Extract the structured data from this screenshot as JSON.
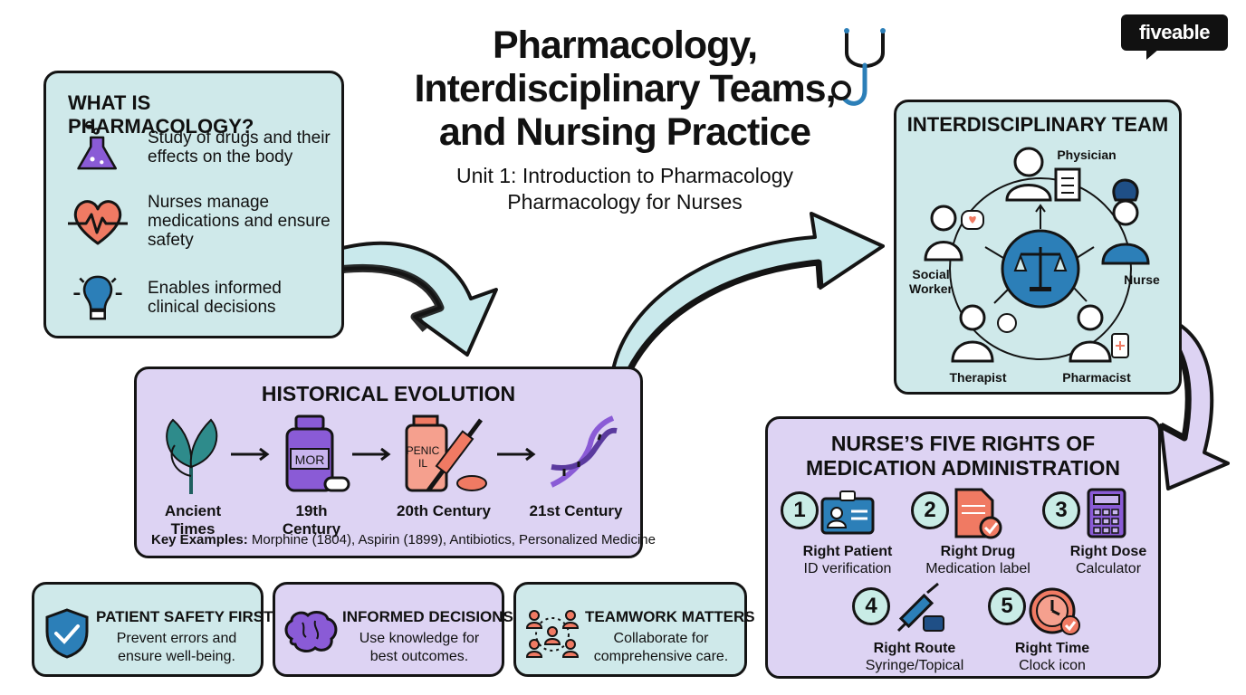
{
  "header": {
    "title_line1": "Pharmacology,",
    "title_line2": "Interdisciplinary Teams,",
    "title_line3": "and Nursing Practice",
    "subtitle_line1": "Unit 1: Introduction to Pharmacology",
    "subtitle_line2": "Pharmacology for Nurses",
    "logo_text": "fiveable"
  },
  "what_is": {
    "heading": "WHAT IS PHARMACOLOGY?",
    "items": [
      {
        "icon": "flask-icon",
        "text": "Study of drugs and their effects on the body"
      },
      {
        "icon": "heart-pulse-icon",
        "text": "Nurses manage medications and ensure safety"
      },
      {
        "icon": "lightbulb-icon",
        "text": "Enables informed clinical decisions"
      }
    ]
  },
  "history": {
    "heading": "HISTORICAL EVOLUTION",
    "eras": [
      "Ancient Times",
      "19th Century",
      "20th Century",
      "21st Century"
    ],
    "bottle_label": "MOR",
    "vial_label_1": "PENIC",
    "vial_label_2": "IL",
    "key_label": "Key Examples:",
    "key_text": " Morphine (1804), Aspirin (1899), Antibiotics, Personalized Medicine"
  },
  "bottom_cards": [
    {
      "title": "PATIENT SAFETY FIRST",
      "line1": "Prevent errors and",
      "line2": "ensure well-being."
    },
    {
      "title": "INFORMED DECISIONS",
      "line1": "Use knowledge for",
      "line2": "best outcomes."
    },
    {
      "title": "TEAMWORK MATTERS",
      "line1": "Collaborate for",
      "line2": "comprehensive care."
    }
  ],
  "team": {
    "heading": "INTERDISCIPLINARY TEAM",
    "roles": {
      "physician": "Physician",
      "nurse": "Nurse",
      "social_1": "Social",
      "social_2": "Worker",
      "therapist": "Therapist",
      "pharmacist": "Pharmacist"
    }
  },
  "rights": {
    "heading_line1": "NURSE’S FIVE RIGHTS OF",
    "heading_line2": "MEDICATION ADMINISTRATION",
    "items": [
      {
        "num": "1",
        "title": "Right Patient",
        "desc": "ID verification"
      },
      {
        "num": "2",
        "title": "Right Drug",
        "desc": "Medication label"
      },
      {
        "num": "3",
        "title": "Right Dose",
        "desc": "Calculator"
      },
      {
        "num": "4",
        "title": "Right Route",
        "desc": "Syringe/Topical"
      },
      {
        "num": "5",
        "title": "Right Time",
        "desc": "Clock icon"
      }
    ]
  },
  "colors": {
    "teal_card": "#cfe9ea",
    "lavender_card": "#ddd3f3",
    "arrow_fill": "#c9e9ec",
    "purple_accent": "#8a5bd6",
    "coral_accent": "#f07a63",
    "blue_accent": "#2c7fb8"
  }
}
